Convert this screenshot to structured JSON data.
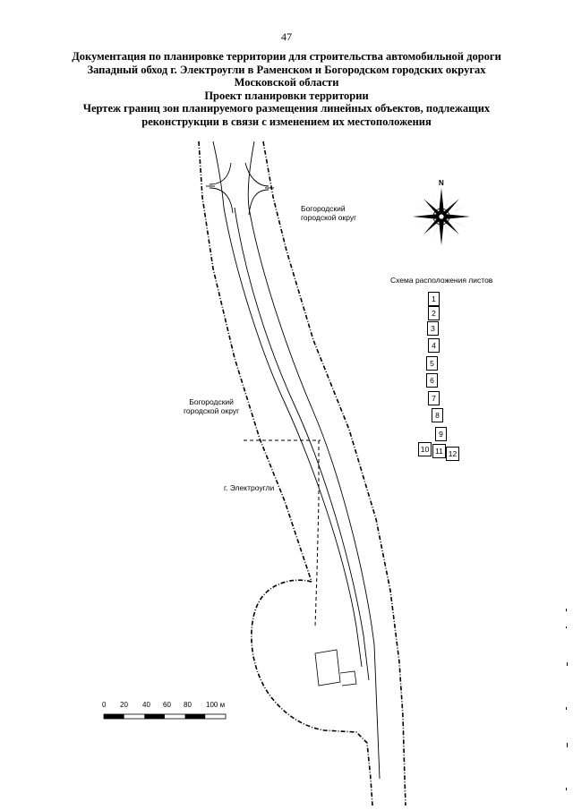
{
  "page_number": "47",
  "title_lines": [
    "Документация по планировке территории для строительства автомобильной дороги",
    "Западный обход г. Электроугли в Раменском и Богородском городских округах",
    "Московской области",
    "Проект планировки территории",
    "Чертеж границ зон планируемого размещения линейных объектов, подлежащих",
    "реконструкции в связи с изменением их местоположения"
  ],
  "labels": {
    "district_right_line1": "Богородский",
    "district_right_line2": "городской округ",
    "district_left_line1": "Богородский",
    "district_left_line2": "городской округ",
    "town": "г. Электроугли"
  },
  "compass": {
    "north_label": "N"
  },
  "sheet_scheme": {
    "title": "Схема расположения листов",
    "sheets": [
      "1",
      "2",
      "3",
      "4",
      "5",
      "6",
      "7",
      "8",
      "9",
      "10",
      "11",
      "12"
    ]
  },
  "scale_bar": {
    "ticks": [
      "0",
      "20",
      "40",
      "60",
      "80",
      "100 м"
    ]
  }
}
